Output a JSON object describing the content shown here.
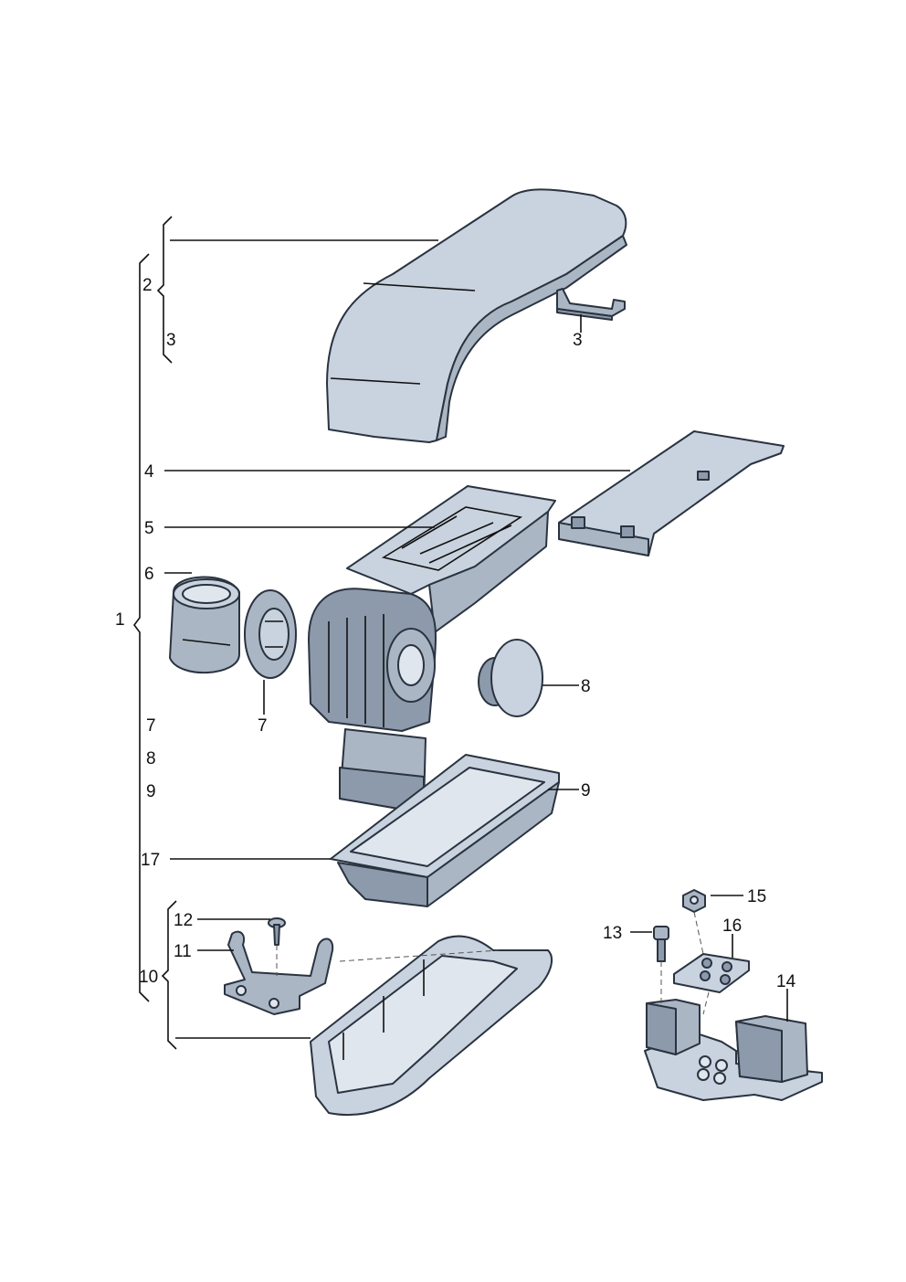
{
  "callouts": {
    "c1": "1",
    "c2": "2",
    "c3_left": "3",
    "c3_right": "3",
    "c4": "4",
    "c5": "5",
    "c6": "6",
    "c7_left": "7",
    "c7_right": "7",
    "c8_left": "8",
    "c8_right": "8",
    "c9_left": "9",
    "c9_right": "9",
    "c10": "10",
    "c11": "11",
    "c12": "12",
    "c13": "13",
    "c14": "14",
    "c15": "15",
    "c16": "16",
    "c17": "17"
  },
  "colors": {
    "line": "#111111",
    "part_light": "#c9d3df",
    "part_mid": "#aab6c4",
    "part_dark": "#6f7d8f"
  }
}
